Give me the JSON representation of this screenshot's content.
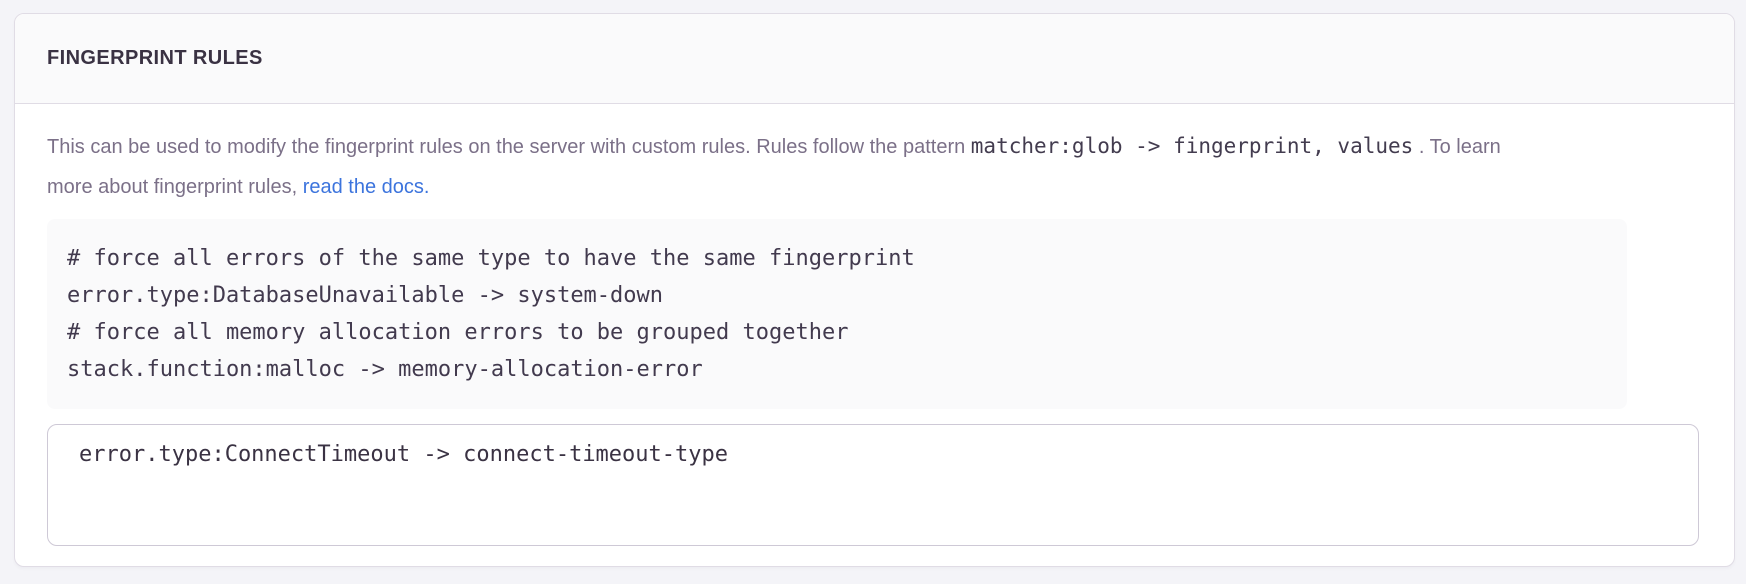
{
  "colors": {
    "link_blue": "#3C74DD",
    "panel_border": "#E0DCE5",
    "header_background": "#FAFAFB",
    "code_block_background": "#FAFAFB",
    "body_text": "#7B7088",
    "code_text": "#423A4E",
    "page_background": "#F4F4F8"
  },
  "panel": {
    "title": "FINGERPRINT RULES",
    "description": {
      "before_code": "This can be used to modify the fingerprint rules on the server with custom rules. Rules follow the pattern ",
      "inline_code": "matcher:glob -> fingerprint, values",
      "after_code": " . To learn more about fingerprint rules, ",
      "link": "read the docs."
    },
    "example_code": "# force all errors of the same type to have the same fingerprint\nerror.type:DatabaseUnavailable -> system-down\n# force all memory allocation errors to be grouped together\nstack.function:malloc -> memory-allocation-error",
    "input": {
      "value": "error.type:ConnectTimeout -> connect-timeout-type"
    }
  }
}
